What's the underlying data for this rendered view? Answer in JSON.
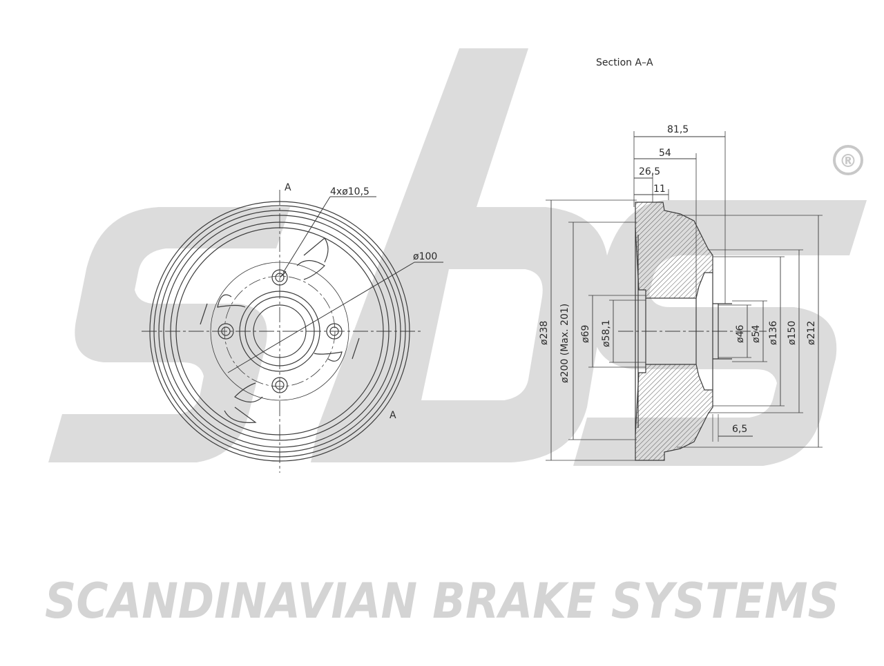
{
  "brand": {
    "logo_text": "sbs",
    "registered_mark": "®",
    "company_name": "SCANDINAVIAN BRAKE SYSTEMS",
    "watermark_color": "#dcdcdc",
    "brand_text_color": "#d4d4d4"
  },
  "front_view": {
    "section_marker_top": "A",
    "section_marker_bottom": "A",
    "bolt_holes_label": "4xø10,5",
    "pitch_circle_label": "ø100"
  },
  "section_view": {
    "title": "Section A–A",
    "dimensions": {
      "total_depth": "81,5",
      "depth_54": "54",
      "depth_26_5": "26,5",
      "depth_11": "11",
      "flange_6_5": "6,5",
      "dia_238": "ø238",
      "dia_200": "ø200 (Max. 201)",
      "dia_69": "ø69",
      "dia_58_1": "ø58,1",
      "dia_46": "ø46",
      "dia_54": "ø54",
      "dia_136": "ø136",
      "dia_150": "ø150",
      "dia_212": "ø212"
    }
  },
  "colors": {
    "line": "#3a3a3a",
    "hatch": "#555555"
  }
}
